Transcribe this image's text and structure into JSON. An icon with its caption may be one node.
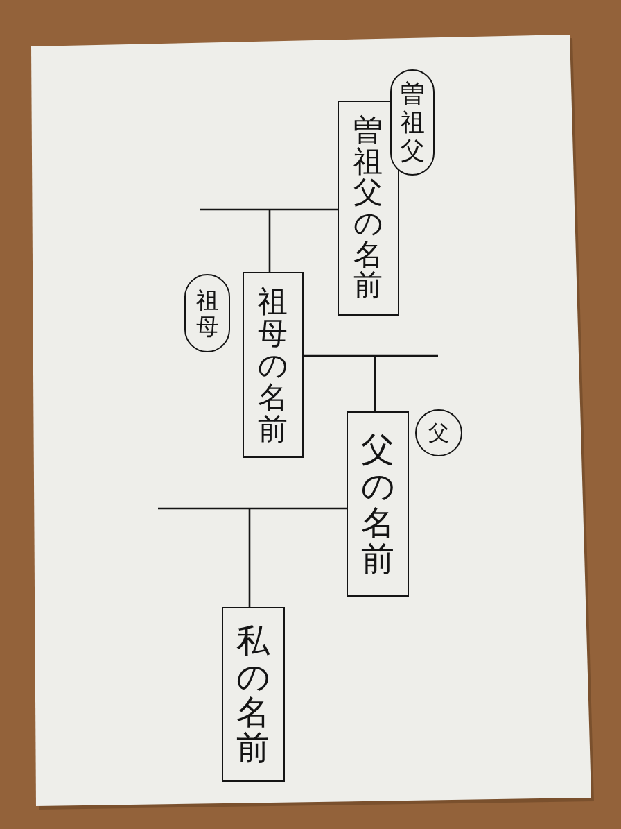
{
  "diagram": {
    "nodes": [
      {
        "text": [
          "曽祖父"
        ]
      },
      {
        "text": [
          "曽祖父の名前"
        ]
      },
      {
        "text": [
          "祖母"
        ]
      },
      {
        "text": [
          "祖母の名前"
        ]
      },
      {
        "text": [
          "父"
        ]
      },
      {
        "text": [
          "父の名前"
        ]
      },
      {
        "text": [
          "私の名前"
        ]
      }
    ],
    "edges": [
      {
        "from": 1,
        "to": 3,
        "arrow": "none"
      },
      {
        "from": 3,
        "to": 5,
        "arrow": "none"
      },
      {
        "from": 5,
        "to": 6,
        "arrow": "none"
      }
    ]
  }
}
